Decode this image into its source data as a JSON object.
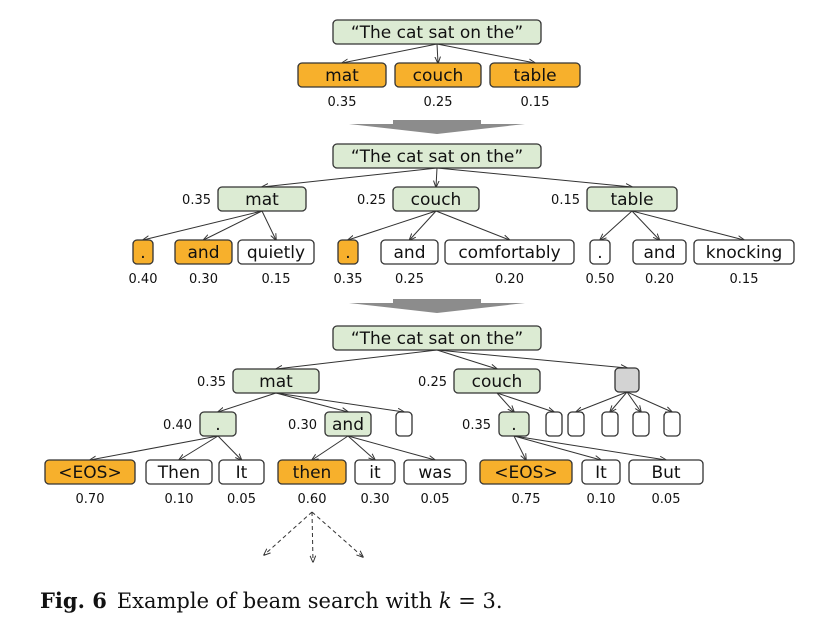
{
  "colors": {
    "prompt": "#dcebd3",
    "selected": "#f7b02c",
    "candidate": "#ffffff",
    "expanded": "#dcebd3",
    "gray": "#d3d3d3",
    "arrow": "#8c8c8c"
  },
  "step1": {
    "prompt": "“The cat sat on the”",
    "candidates": [
      {
        "label": "mat",
        "prob": "0.35",
        "state": "selected"
      },
      {
        "label": "couch",
        "prob": "0.25",
        "state": "selected"
      },
      {
        "label": "table",
        "prob": "0.15",
        "state": "selected"
      }
    ]
  },
  "step2": {
    "prompt": "“The cat sat on the”",
    "beams": [
      {
        "label": "mat",
        "prob": "0.35",
        "children": [
          {
            "label": ".",
            "prob": "0.40",
            "state": "selected"
          },
          {
            "label": "and",
            "prob": "0.30",
            "state": "selected"
          },
          {
            "label": "quietly",
            "prob": "0.15",
            "state": "candidate"
          }
        ]
      },
      {
        "label": "couch",
        "prob": "0.25",
        "children": [
          {
            "label": ".",
            "prob": "0.35",
            "state": "selected"
          },
          {
            "label": "and",
            "prob": "0.25",
            "state": "candidate"
          },
          {
            "label": "comfortably",
            "prob": "0.20",
            "state": "candidate"
          }
        ]
      },
      {
        "label": "table",
        "prob": "0.15",
        "children": [
          {
            "label": ".",
            "prob": "0.50",
            "state": "candidate"
          },
          {
            "label": "and",
            "prob": "0.20",
            "state": "candidate"
          },
          {
            "label": "knocking",
            "prob": "0.15",
            "state": "candidate"
          }
        ]
      }
    ]
  },
  "step3": {
    "prompt": "“The cat sat on the”",
    "level1": [
      {
        "label": "mat",
        "prob": "0.35"
      },
      {
        "label": "couch",
        "prob": "0.25"
      }
    ],
    "level2": [
      {
        "label": ".",
        "prob": "0.40"
      },
      {
        "label": "and",
        "prob": "0.30"
      },
      {
        "label": ".",
        "prob": "0.35"
      }
    ],
    "leaves": [
      {
        "label": "<EOS>",
        "prob": "0.70",
        "state": "selected"
      },
      {
        "label": "Then",
        "prob": "0.10",
        "state": "candidate"
      },
      {
        "label": "It",
        "prob": "0.05",
        "state": "candidate"
      },
      {
        "label": "then",
        "prob": "0.60",
        "state": "selected"
      },
      {
        "label": "it",
        "prob": "0.30",
        "state": "candidate"
      },
      {
        "label": "was",
        "prob": "0.05",
        "state": "candidate"
      },
      {
        "label": "<EOS>",
        "prob": "0.75",
        "state": "selected"
      },
      {
        "label": "It",
        "prob": "0.10",
        "state": "candidate"
      },
      {
        "label": "But",
        "prob": "0.05",
        "state": "candidate"
      }
    ]
  },
  "caption": {
    "label": "Fig. 6",
    "text_before": "Example of beam search with ",
    "k_var": "k",
    "text_after": " = 3."
  }
}
